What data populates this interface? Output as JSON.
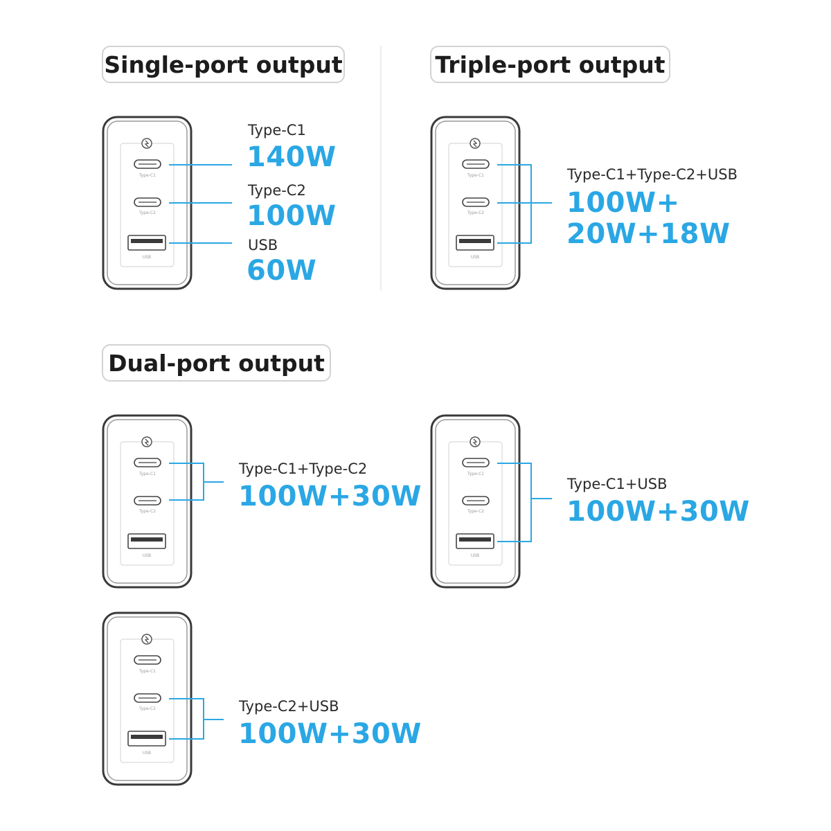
{
  "colors": {
    "accent": "#2aa7e4",
    "body_stroke": "#3a3a3a",
    "pill_border": "#d2d2d2"
  },
  "charger": {
    "port_labels": {
      "c1": "Type-C1",
      "c2": "Type-C2",
      "usb": "USB"
    },
    "icon": "charge-logo-icon"
  },
  "sections": {
    "single": {
      "title": "Single-port output",
      "ports": [
        {
          "label": "Type-C1",
          "value": "140W"
        },
        {
          "label": "Type-C2",
          "value": "100W"
        },
        {
          "label": "USB",
          "value": "60W"
        }
      ]
    },
    "triple": {
      "title": "Triple-port output",
      "label": "Type-C1+Type-C2+USB",
      "value_line1": "100W+",
      "value_line2": "20W+18W"
    },
    "dual": {
      "title": "Dual-port output",
      "combos": [
        {
          "label": "Type-C1+Type-C2",
          "value": "100W+30W"
        },
        {
          "label": "Type-C1+USB",
          "value": "100W+30W"
        },
        {
          "label": "Type-C2+USB",
          "value": "100W+30W"
        }
      ]
    }
  }
}
